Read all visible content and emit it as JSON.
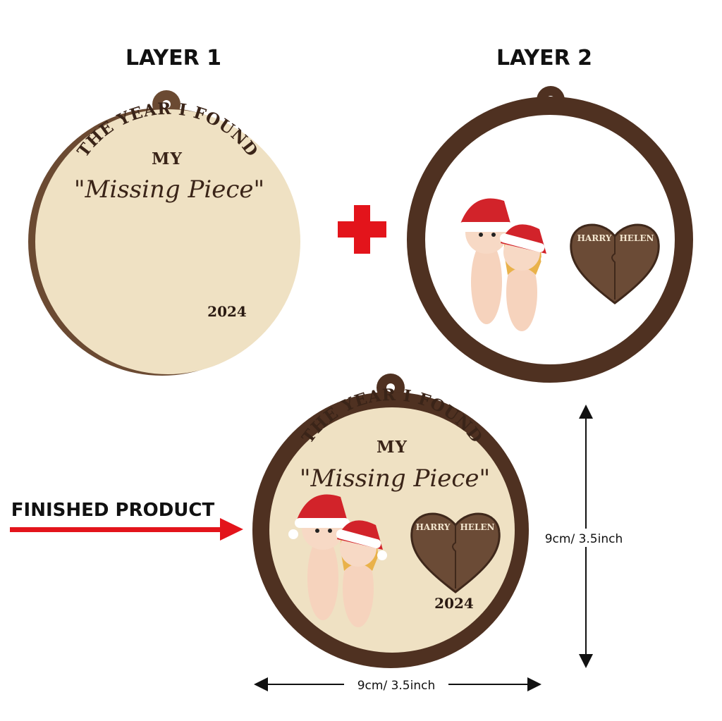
{
  "headings": {
    "layer1": "LAYER 1",
    "layer2": "LAYER 2",
    "finished": "FINISHED PRODUCT"
  },
  "ornament": {
    "title_arc": "THE YEAR I FOUND",
    "title_my": "MY",
    "script": "\"Missing Piece\"",
    "year": "2024",
    "names": [
      "HARRY",
      "HELEN"
    ]
  },
  "dimensions": {
    "height": "9cm/ 3.5inch",
    "width": "9cm/ 3.5inch"
  },
  "colors": {
    "accent_red": "#e3141b",
    "wood_light": "#efe1c3",
    "wood_dark": "#4f3121",
    "heart": "#6b4b36"
  }
}
